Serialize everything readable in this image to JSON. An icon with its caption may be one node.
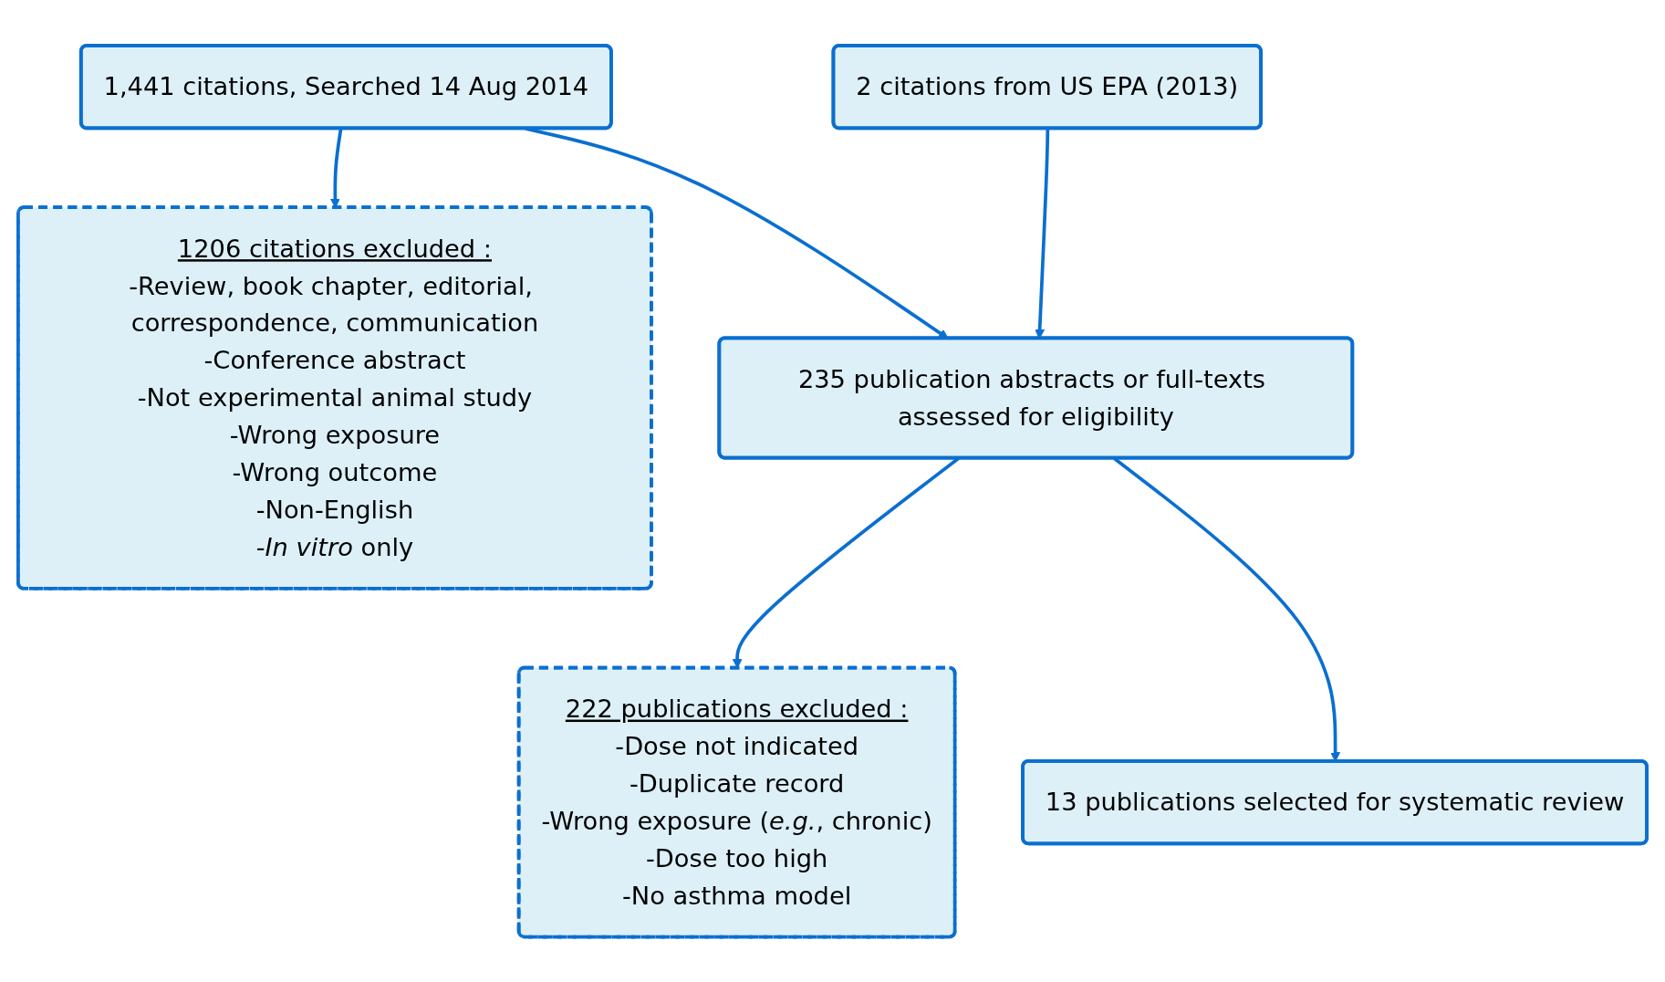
{
  "diagram": {
    "nodes": [
      {
        "text": [
          "1,441 citations, Searched 14 Aug 2014"
        ]
      },
      {
        "text": [
          "1206 citations excluded :",
          "-Review, book chapter, editorial, correspondence, communication",
          "-Conference abstract",
          "-Not experimental animal study",
          "-Wrong exposure",
          "-Wrong outcome",
          "-Non-English",
          "-*In vitro* only"
        ]
      },
      {
        "text": [
          "2 citations from US EPA (2013)"
        ]
      },
      {
        "text": [
          "235 publication abstracts or full-texts assessed for eligibility"
        ]
      },
      {
        "text": [
          "222 publications excluded :",
          "-Dose not indicated",
          "-Duplicate record",
          "-Wrong exposure (*e.g.*, chronic)",
          "-Dose too high",
          "-No asthma model"
        ]
      },
      {
        "text": [
          "13 publications selected for systematic review"
        ]
      }
    ],
    "edges": [
      {
        "from": 0,
        "to": 3,
        "arrow": "to"
      },
      {
        "from": 2,
        "to": 3,
        "arrow": "to"
      },
      {
        "from": 0,
        "to": 1,
        "arrow": "to"
      },
      {
        "from": 3,
        "to": 4,
        "arrow": "to"
      },
      {
        "from": 3,
        "to": 5,
        "arrow": "to"
      }
    ]
  }
}
